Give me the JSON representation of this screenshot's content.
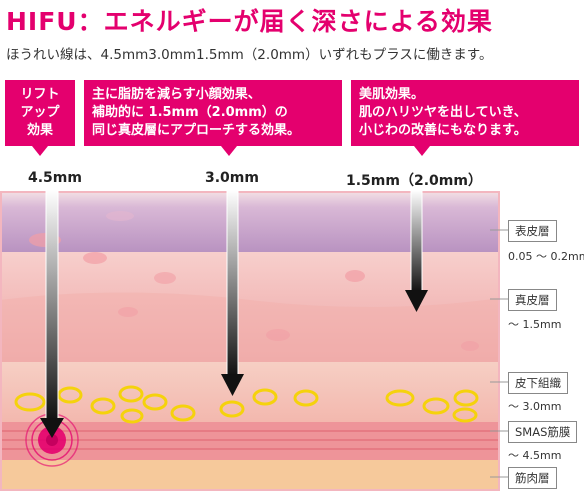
{
  "title": "HIFU：エネルギーが届く深さによる効果",
  "subtitle": "ほうれい線は、4.5mm3.0mm1.5mm（2.0mm）いずれもプラスに働きます。",
  "callouts": [
    {
      "lines": [
        "リフト",
        "アップ",
        "効果"
      ]
    },
    {
      "lines": [
        "主に脂肪を減らす小顔効果、",
        "補助的に 1.5mm（2.0mm）の",
        "同じ真皮層にアプローチする効果。"
      ]
    },
    {
      "lines": [
        "美肌効果。",
        "肌のハリツヤを出していき、",
        "小じわの改善にもなります。"
      ]
    }
  ],
  "depths": [
    "4.5mm",
    "3.0mm",
    "1.5mm（2.0mm）"
  ],
  "layers": [
    {
      "name": "表皮層",
      "range": "0.05 〜 0.2mm"
    },
    {
      "name": "真皮層",
      "range": "〜 1.5mm"
    },
    {
      "name": "皮下組織",
      "range": "〜 3.0mm"
    },
    {
      "name": "SMAS筋膜",
      "range": "〜 4.5mm"
    },
    {
      "name": "筋肉層",
      "range": ""
    }
  ],
  "colors": {
    "accent": "#e4006e",
    "epidermis": "#c7a3c9",
    "dermis": "#f2b9b6",
    "subcutis": "#f4bfb4",
    "smas": "#ef8f93",
    "muscle": "#f6c79a",
    "fat_cell": "#f5d20c"
  }
}
